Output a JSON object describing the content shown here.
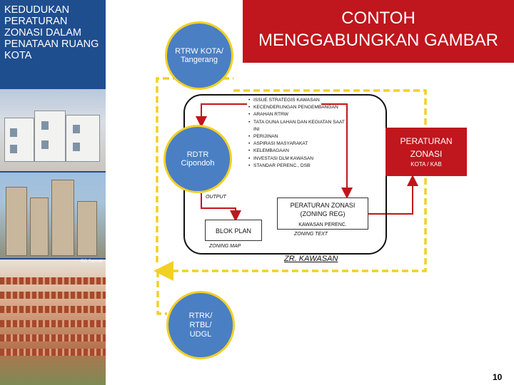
{
  "sidebar": {
    "title": "KEDUDUKAN PERATURAN ZONASI DALAM PENATAAN RUANG KOTA",
    "photo_credit": "©G Sanook"
  },
  "header": {
    "title_line1": "CONTOH",
    "title_line2": "MENGGABUNGKAN GAMBAR"
  },
  "nodes": {
    "rtrw": {
      "line1": "RTRW KOTA/",
      "line2": "Tangerang"
    },
    "rdtr": {
      "line1": "RDTR",
      "line2": "Cipondoh"
    },
    "rtrk": {
      "line1": "RTRK/",
      "line2": "RTBL/",
      "line3": "UDGL"
    },
    "peraturan_zonasi": {
      "title_line1": "PERATURAN",
      "title_line2": "ZONASI",
      "sub": "KOTA / KAB"
    },
    "blok_plan": "BLOK PLAN",
    "pz_reg": {
      "line1": "PERATURAN ZONASI",
      "line2": "(ZONING REG)",
      "line3": "KAWASAN PERENC."
    }
  },
  "bullets": [
    "ISSUE STRATEGIS KAWASAN",
    "KECENDERUNGAN PENGEMBANGAN",
    "ARAHAN RTRW",
    "TATA GUNA LAHAN DAN KEGIATAN SAAT INI",
    "PERIJINAN",
    "ASPIRASI MASYARAKAT",
    "KELEMBAGAAN",
    "INVESTASI DLM KAWASAN",
    "STANDAR PERENC., DSB"
  ],
  "labels": {
    "output": "OUTPUT",
    "zoning_map": "ZONING MAP",
    "zoning_text": "ZONING TEXT",
    "zr_kawasan": "ZR. KAWASAN"
  },
  "page_number": "10",
  "colors": {
    "sidebar": "#1f4e8f",
    "title_red": "#c0161d",
    "circle_blue": "#4a7fc4",
    "circle_ring": "#f2d024",
    "dash_yellow": "#f2d024",
    "arrow_red": "#c0161d"
  }
}
